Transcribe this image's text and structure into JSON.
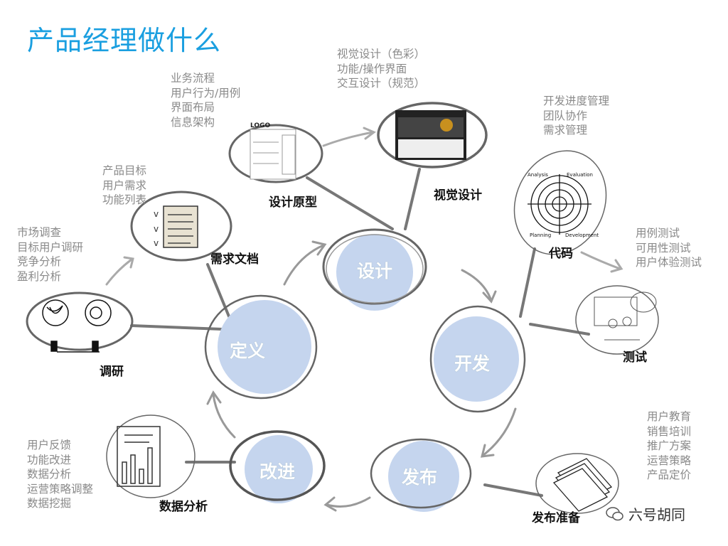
{
  "title": "产品经理做什么",
  "colors": {
    "title": "#1a9fe0",
    "node_fill": "#c5d5ee",
    "stroke": "#777777",
    "list_text": "#8a8a8a"
  },
  "cycle_nodes": [
    "设计",
    "开发",
    "发布",
    "改进",
    "定义"
  ],
  "satellites": {
    "research": {
      "label": "调研",
      "items": [
        "市场调查",
        "目标用户调研",
        "竞争分析",
        "盈利分析"
      ]
    },
    "requirements": {
      "label": "需求文档",
      "items": [
        "产品目标",
        "用户需求",
        "功能列表"
      ]
    },
    "prototype": {
      "label": "设计原型",
      "items": [
        "业务流程",
        "用户行为/用例",
        "界面布局",
        "信息架构"
      ],
      "image_text": "LOGO"
    },
    "visual": {
      "label": "视觉设计",
      "items": [
        "视觉设计（色彩）",
        "功能/操作界面",
        "交互设计（规范）"
      ]
    },
    "code": {
      "label": "代码",
      "items": [
        "开发进度管理",
        "团队协作",
        "需求管理"
      ],
      "spiral_labels": [
        "Analysis",
        "Evaluation",
        "Planning",
        "Development"
      ]
    },
    "testing": {
      "label": "测试",
      "items": [
        "用例测试",
        "可用性测试",
        "用户体验测试"
      ]
    },
    "data": {
      "label": "数据分析",
      "items": [
        "用户反馈",
        "功能改进",
        "数据分析",
        "运营策略调整",
        "数据挖掘"
      ]
    },
    "release_prep": {
      "label": "发布准备",
      "items": [
        "用户教育",
        "销售培训",
        "推广方案",
        "运营策略",
        "产品定价"
      ]
    }
  },
  "watermark": "六号胡同"
}
